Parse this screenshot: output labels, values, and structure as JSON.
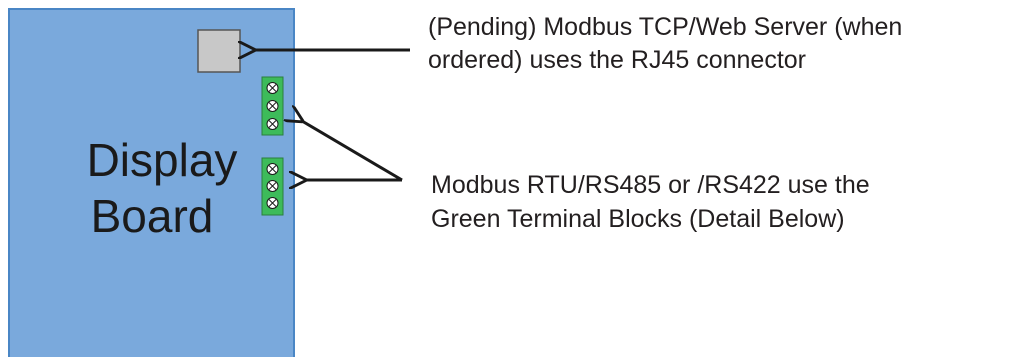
{
  "board": {
    "line1": "Display",
    "line2": "Board",
    "fill_color": "#7aa9dc",
    "border_color": "#4a86c5"
  },
  "rj45_connector": {
    "fill_color": "#c8c8c8",
    "border_color": "#555555"
  },
  "terminal_blocks": {
    "fill_color": "#3dbb5a",
    "screw_icon": "screw-x-icon",
    "upper_screw_count": 3,
    "lower_screw_count": 3
  },
  "annotations": {
    "tcp_line1": "(Pending) Modbus TCP/Web Server (when",
    "tcp_line2": "ordered) uses the RJ45 connector",
    "rtu_line1": "Modbus RTU/RS485 or /RS422 use the",
    "rtu_line2": "Green Terminal Blocks (Detail Below)"
  }
}
